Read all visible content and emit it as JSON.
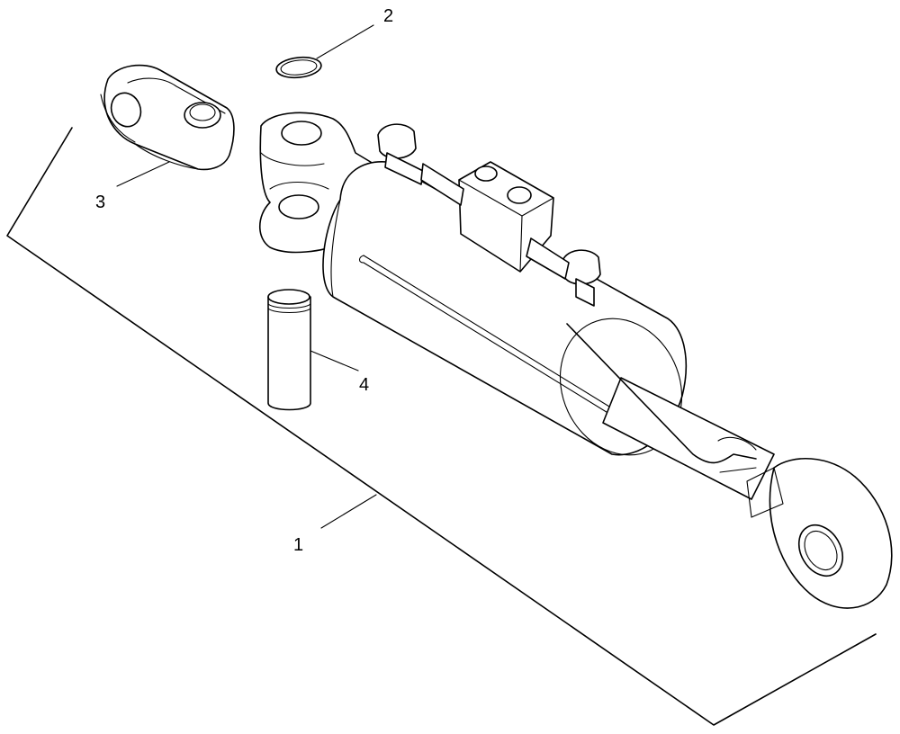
{
  "callouts": [
    {
      "id": "1",
      "label": "1",
      "part": "hydraulic-cylinder-assembly"
    },
    {
      "id": "2",
      "label": "2",
      "part": "snap-ring"
    },
    {
      "id": "3",
      "label": "3",
      "part": "clevis-end"
    },
    {
      "id": "4",
      "label": "4",
      "part": "pin"
    }
  ],
  "colors": {
    "line": "#000000",
    "background": "#ffffff"
  }
}
